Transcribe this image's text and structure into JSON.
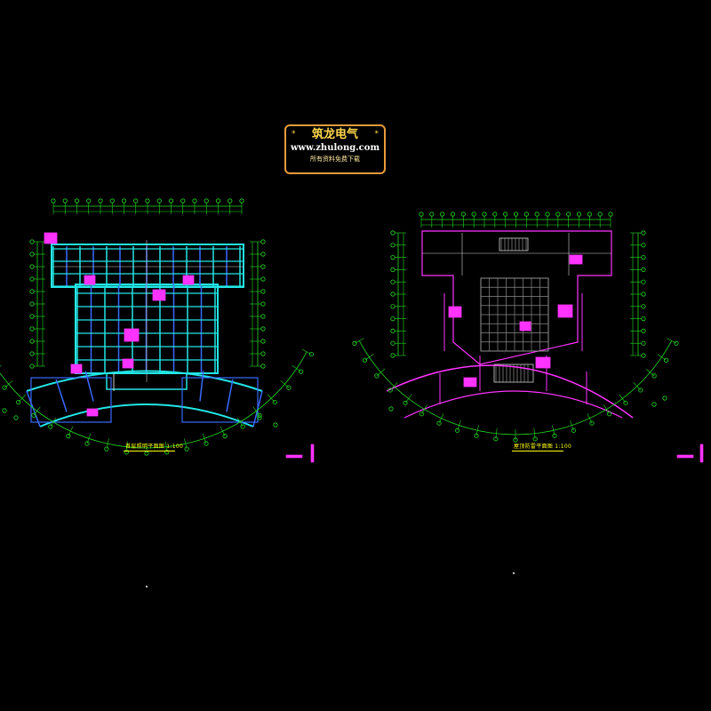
{
  "colors": {
    "background": "#000000",
    "axis_green": "#22dd22",
    "wall_cyan": "#22e6e6",
    "beam_blue": "#3a6bff",
    "outline_magenta": "#ff33ff",
    "grid_white": "#d0d0d0",
    "caption_yellow": "#ffff00",
    "logo_border": "#e89b3a"
  },
  "logo": {
    "title": "筑龙电气",
    "url": "www.zhulong.com",
    "tagline": "所有资料免费下载",
    "star_left": "*",
    "star_right": "*"
  },
  "drawings": [
    {
      "id": "left-plan",
      "caption": "首层照明平面图 1:100",
      "style": "structural-grid"
    },
    {
      "id": "right-plan",
      "caption": "屋顶防雷平面图 1:100",
      "style": "roof-outline"
    }
  ]
}
